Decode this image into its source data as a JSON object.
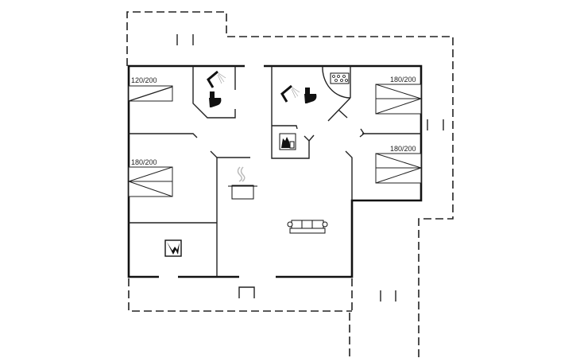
{
  "plan": {
    "bed_labels": [
      "120/200",
      "180/200",
      "180/200",
      "180/200"
    ],
    "icons": [
      "shower-icon",
      "toilet-icon",
      "jacuzzi-icon",
      "washing-machine-icon",
      "cooking-pot-icon",
      "sofa-icon",
      "fireplace-icon"
    ],
    "line_color": "#111111"
  }
}
